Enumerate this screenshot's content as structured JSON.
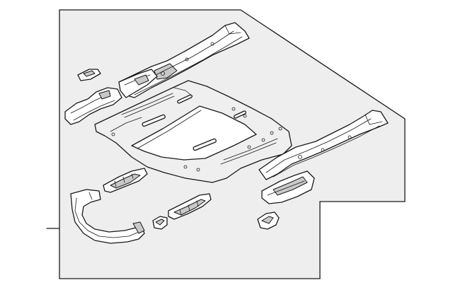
{
  "diagram": {
    "background_fill": "#eeeeee",
    "line_color": "#1a1a1a",
    "part_fill": "#ffffff",
    "shade_fill": "#c9c9c9",
    "parts": [
      {
        "name": "front-rail-right-part"
      },
      {
        "name": "front-rail-bracket-part"
      },
      {
        "name": "small-clip-top-part"
      },
      {
        "name": "front-crossmember-bracket-part"
      },
      {
        "name": "floor-pan-part"
      },
      {
        "name": "rear-rail-part"
      },
      {
        "name": "rear-extension-part"
      },
      {
        "name": "curved-reinforcement-part"
      },
      {
        "name": "inner-bracket-left-part"
      },
      {
        "name": "inner-bracket-center-part"
      },
      {
        "name": "small-block-part"
      },
      {
        "name": "bottom-clip-part"
      }
    ]
  }
}
